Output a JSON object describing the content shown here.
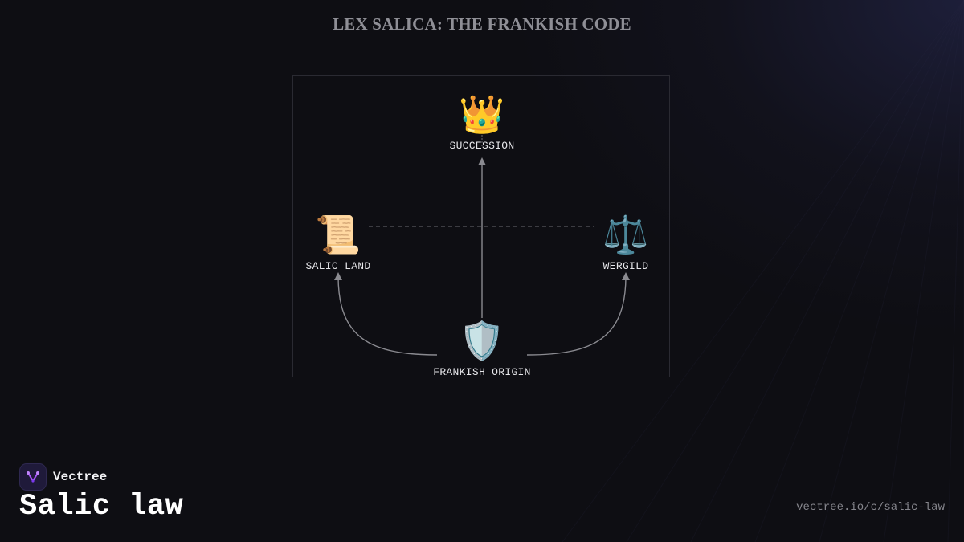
{
  "title": "LEX SALICA: THE FRANKISH CODE",
  "nodes": {
    "succession": {
      "icon": "crown-icon",
      "glyph": "👑",
      "label": "SUCCESSION"
    },
    "salic_land": {
      "icon": "scroll-icon",
      "glyph": "📜",
      "label": "SALIC LAND"
    },
    "wergild": {
      "icon": "balance-scale-icon",
      "glyph": "⚖️",
      "label": "WERGILD"
    },
    "frankish_origin": {
      "icon": "shield-icon",
      "glyph": "🛡️",
      "label": "FRANKISH ORIGIN"
    }
  },
  "edges": [
    {
      "from": "FRANKISH ORIGIN",
      "to": "SUCCESSION",
      "style": "solid-arrow"
    },
    {
      "from": "FRANKISH ORIGIN",
      "to": "SALIC LAND",
      "style": "curved-arrow"
    },
    {
      "from": "FRANKISH ORIGIN",
      "to": "WERGILD",
      "style": "curved-arrow"
    },
    {
      "from": "SALIC LAND",
      "to": "WERGILD",
      "style": "dashed"
    }
  ],
  "brand": {
    "name": "Vectree",
    "logo_icon": "vectree-logo-icon",
    "accent": "#a855f7"
  },
  "footer": {
    "heading": "Salic law",
    "url": "vectree.io/c/salic-law"
  }
}
